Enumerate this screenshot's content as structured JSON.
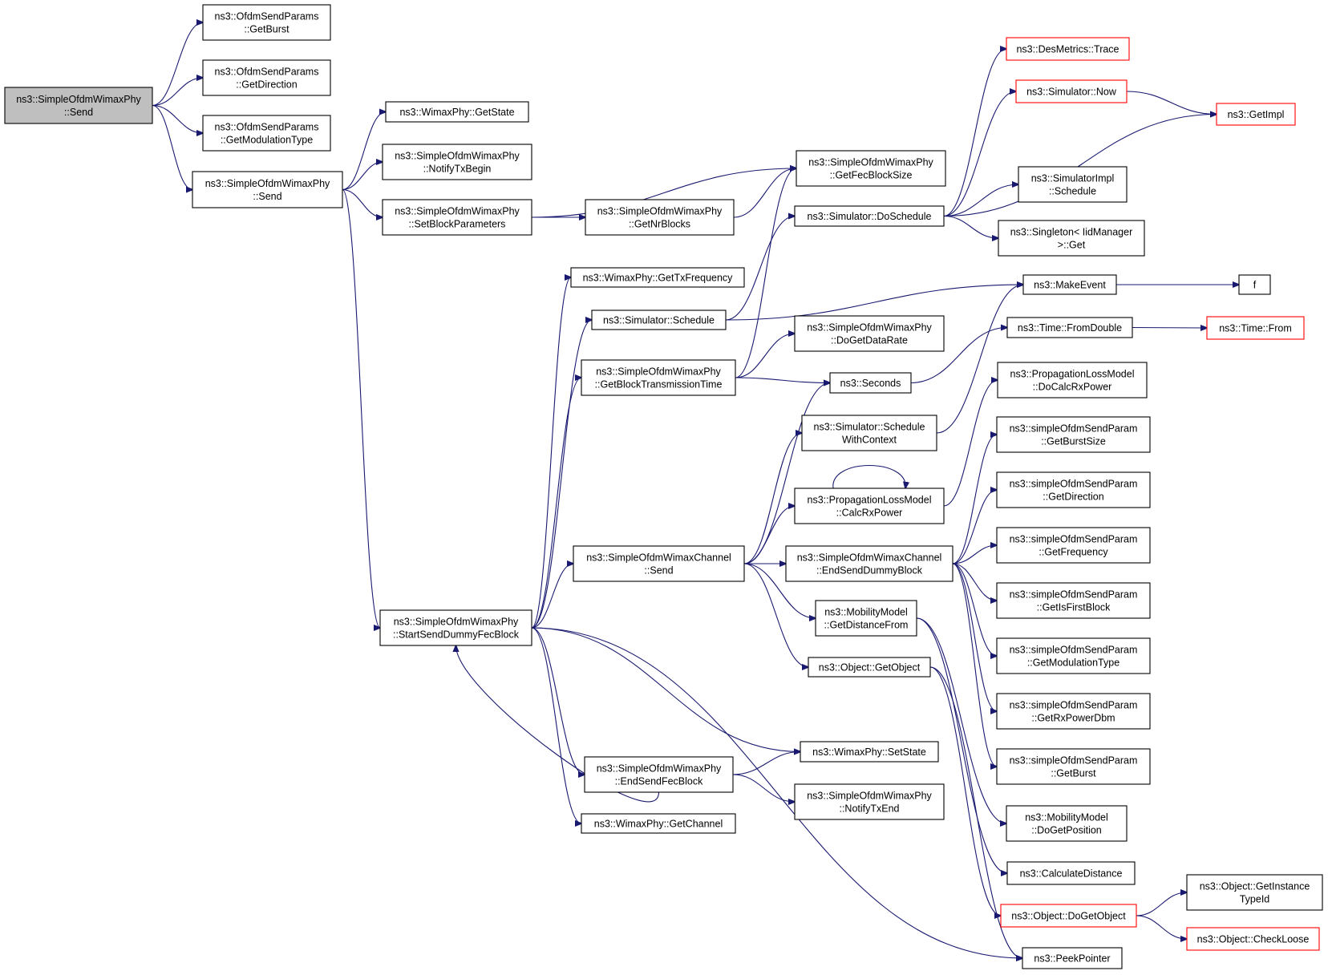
{
  "colors": {
    "edge": "#191970",
    "node_border": "#000000",
    "truncated_border": "#ff0000",
    "root_fill": "#bfbfbf",
    "node_fill": "#ffffff"
  },
  "nodes": [
    {
      "id": "n0",
      "lines": [
        "ns3::SimpleOfdmWimaxPhy",
        "::Send"
      ],
      "root": true
    },
    {
      "id": "n1",
      "lines": [
        "ns3::OfdmSendParams",
        "::GetBurst"
      ]
    },
    {
      "id": "n2",
      "lines": [
        "ns3::OfdmSendParams",
        "::GetDirection"
      ]
    },
    {
      "id": "n3",
      "lines": [
        "ns3::OfdmSendParams",
        "::GetModulationType"
      ]
    },
    {
      "id": "n4",
      "lines": [
        "ns3::SimpleOfdmWimaxPhy",
        "::Send"
      ]
    },
    {
      "id": "n5",
      "lines": [
        "ns3::WimaxPhy::GetState"
      ]
    },
    {
      "id": "n6",
      "lines": [
        "ns3::SimpleOfdmWimaxPhy",
        "::NotifyTxBegin"
      ]
    },
    {
      "id": "n7",
      "lines": [
        "ns3::SimpleOfdmWimaxPhy",
        "::SetBlockParameters"
      ]
    },
    {
      "id": "n8",
      "lines": [
        "ns3::SimpleOfdmWimaxPhy",
        "::GetNrBlocks"
      ]
    },
    {
      "id": "n9",
      "lines": [
        "ns3::SimpleOfdmWimaxPhy",
        "::GetFecBlockSize"
      ]
    },
    {
      "id": "n10",
      "lines": [
        "ns3::SimpleOfdmWimaxPhy",
        "::StartSendDummyFecBlock"
      ]
    },
    {
      "id": "n11",
      "lines": [
        "ns3::WimaxPhy::GetTxFrequency"
      ]
    },
    {
      "id": "n12",
      "lines": [
        "ns3::Simulator::Schedule"
      ]
    },
    {
      "id": "n13",
      "lines": [
        "ns3::SimpleOfdmWimaxPhy",
        "::GetBlockTransmissionTime"
      ]
    },
    {
      "id": "n14",
      "lines": [
        "ns3::SimpleOfdmWimaxChannel",
        "::Send"
      ]
    },
    {
      "id": "n15",
      "lines": [
        "ns3::SimpleOfdmWimaxPhy",
        "::EndSendFecBlock"
      ]
    },
    {
      "id": "n16",
      "lines": [
        "ns3::WimaxPhy::GetChannel"
      ]
    },
    {
      "id": "n17",
      "lines": [
        "ns3::Simulator::DoSchedule"
      ]
    },
    {
      "id": "n18",
      "lines": [
        "ns3::SimpleOfdmWimaxPhy",
        "::DoGetDataRate"
      ]
    },
    {
      "id": "n19",
      "lines": [
        "ns3::Seconds"
      ]
    },
    {
      "id": "n20",
      "lines": [
        "ns3::Simulator::Schedule",
        "WithContext"
      ]
    },
    {
      "id": "n21",
      "lines": [
        "ns3::PropagationLossModel",
        "::CalcRxPower"
      ]
    },
    {
      "id": "n22",
      "lines": [
        "ns3::SimpleOfdmWimaxChannel",
        "::EndSendDummyBlock"
      ]
    },
    {
      "id": "n23",
      "lines": [
        "ns3::MobilityModel",
        "::GetDistanceFrom"
      ]
    },
    {
      "id": "n24",
      "lines": [
        "ns3::Object::GetObject"
      ]
    },
    {
      "id": "n25",
      "lines": [
        "ns3::WimaxPhy::SetState"
      ]
    },
    {
      "id": "n26",
      "lines": [
        "ns3::SimpleOfdmWimaxPhy",
        "::NotifyTxEnd"
      ]
    },
    {
      "id": "n27",
      "lines": [
        "ns3::DesMetrics::Trace"
      ],
      "truncated": true
    },
    {
      "id": "n28",
      "lines": [
        "ns3::Simulator::Now"
      ],
      "truncated": true
    },
    {
      "id": "n29",
      "lines": [
        "ns3::GetImpl"
      ],
      "truncated": true
    },
    {
      "id": "n30",
      "lines": [
        "ns3::SimulatorImpl",
        "::Schedule"
      ]
    },
    {
      "id": "n31",
      "lines": [
        "ns3::Singleton< IidManager",
        ">::Get"
      ]
    },
    {
      "id": "n32",
      "lines": [
        "ns3::MakeEvent"
      ]
    },
    {
      "id": "n33",
      "lines": [
        "f"
      ]
    },
    {
      "id": "n34",
      "lines": [
        "ns3::Time::FromDouble"
      ]
    },
    {
      "id": "n35",
      "lines": [
        "ns3::Time::From"
      ],
      "truncated": true
    },
    {
      "id": "n36",
      "lines": [
        "ns3::PropagationLossModel",
        "::DoCalcRxPower"
      ]
    },
    {
      "id": "n37",
      "lines": [
        "ns3::simpleOfdmSendParam",
        "::GetBurstSize"
      ]
    },
    {
      "id": "n38",
      "lines": [
        "ns3::simpleOfdmSendParam",
        "::GetDirection"
      ]
    },
    {
      "id": "n39",
      "lines": [
        "ns3::simpleOfdmSendParam",
        "::GetFrequency"
      ]
    },
    {
      "id": "n40",
      "lines": [
        "ns3::simpleOfdmSendParam",
        "::GetIsFirstBlock"
      ]
    },
    {
      "id": "n41",
      "lines": [
        "ns3::simpleOfdmSendParam",
        "::GetModulationType"
      ]
    },
    {
      "id": "n42",
      "lines": [
        "ns3::simpleOfdmSendParam",
        "::GetRxPowerDbm"
      ]
    },
    {
      "id": "n43",
      "lines": [
        "ns3::simpleOfdmSendParam",
        "::GetBurst"
      ]
    },
    {
      "id": "n44",
      "lines": [
        "ns3::MobilityModel",
        "::DoGetPosition"
      ]
    },
    {
      "id": "n45",
      "lines": [
        "ns3::CalculateDistance"
      ]
    },
    {
      "id": "n46",
      "lines": [
        "ns3::Object::DoGetObject"
      ],
      "truncated": true
    },
    {
      "id": "n47",
      "lines": [
        "ns3::PeekPointer"
      ]
    },
    {
      "id": "n48",
      "lines": [
        "ns3::Object::GetInstance",
        "TypeId"
      ]
    },
    {
      "id": "n49",
      "lines": [
        "ns3::Object::CheckLoose"
      ],
      "truncated": true
    }
  ],
  "edges": [
    [
      "n0",
      "n1"
    ],
    [
      "n0",
      "n2"
    ],
    [
      "n0",
      "n3"
    ],
    [
      "n0",
      "n4"
    ],
    [
      "n4",
      "n5"
    ],
    [
      "n4",
      "n6"
    ],
    [
      "n4",
      "n7"
    ],
    [
      "n4",
      "n10"
    ],
    [
      "n7",
      "n8"
    ],
    [
      "n7",
      "n9"
    ],
    [
      "n8",
      "n9"
    ],
    [
      "n10",
      "n11"
    ],
    [
      "n10",
      "n12"
    ],
    [
      "n10",
      "n13"
    ],
    [
      "n10",
      "n14"
    ],
    [
      "n10",
      "n15"
    ],
    [
      "n10",
      "n16"
    ],
    [
      "n10",
      "n25"
    ],
    [
      "n10",
      "n47"
    ],
    [
      "n12",
      "n17"
    ],
    [
      "n12",
      "n32"
    ],
    [
      "n13",
      "n9"
    ],
    [
      "n13",
      "n18"
    ],
    [
      "n13",
      "n19"
    ],
    [
      "n14",
      "n19"
    ],
    [
      "n14",
      "n20"
    ],
    [
      "n14",
      "n21"
    ],
    [
      "n14",
      "n22"
    ],
    [
      "n14",
      "n23"
    ],
    [
      "n14",
      "n24"
    ],
    [
      "n15",
      "n10"
    ],
    [
      "n15",
      "n25"
    ],
    [
      "n15",
      "n26"
    ],
    [
      "n17",
      "n27"
    ],
    [
      "n17",
      "n28"
    ],
    [
      "n17",
      "n29"
    ],
    [
      "n17",
      "n30"
    ],
    [
      "n17",
      "n31"
    ],
    [
      "n28",
      "n29"
    ],
    [
      "n32",
      "n33"
    ],
    [
      "n19",
      "n34"
    ],
    [
      "n34",
      "n35"
    ],
    [
      "n20",
      "n32"
    ],
    [
      "n21",
      "n21"
    ],
    [
      "n21",
      "n36"
    ],
    [
      "n22",
      "n37"
    ],
    [
      "n22",
      "n38"
    ],
    [
      "n22",
      "n39"
    ],
    [
      "n22",
      "n40"
    ],
    [
      "n22",
      "n41"
    ],
    [
      "n22",
      "n42"
    ],
    [
      "n22",
      "n43"
    ],
    [
      "n23",
      "n44"
    ],
    [
      "n23",
      "n45"
    ],
    [
      "n24",
      "n46"
    ],
    [
      "n24",
      "n47"
    ],
    [
      "n46",
      "n48"
    ],
    [
      "n46",
      "n49"
    ]
  ]
}
